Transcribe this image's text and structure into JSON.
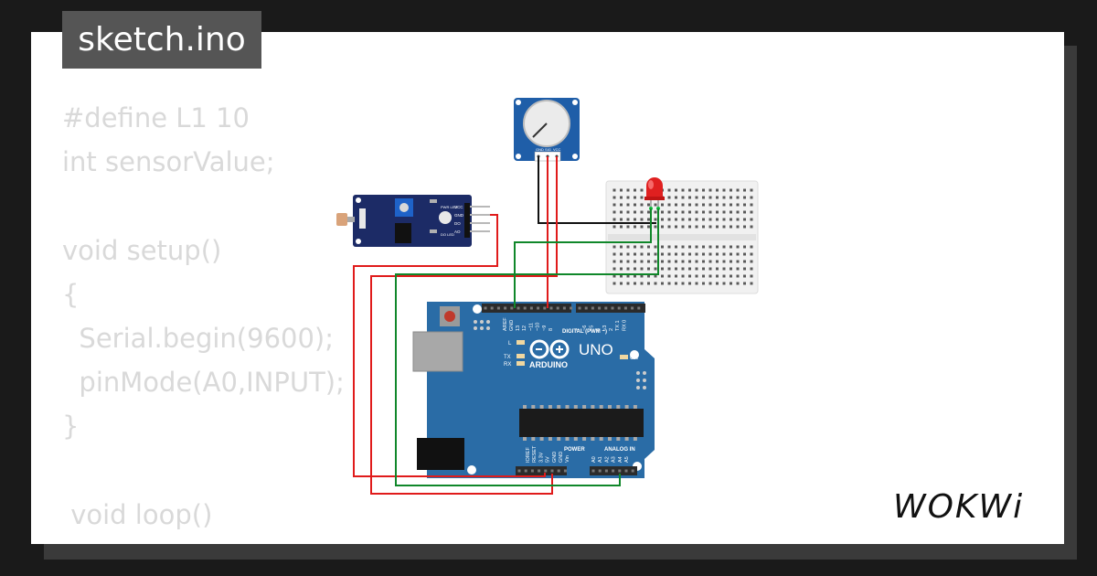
{
  "title": "sketch.ino",
  "code": [
    "#define L1 10",
    "int sensorValue;",
    "",
    "void setup()",
    "{",
    "  Serial.begin(9600);",
    "  pinMode(A0,INPUT);",
    "}",
    "",
    " void loop()",
    "  {"
  ],
  "brand": "WOKWi",
  "board": {
    "name": "UNO",
    "maker": "ARDUINO",
    "digital_label": "DIGITAL (PWM ~)",
    "power_label": "POWER",
    "analog_label": "ANALOG IN",
    "on_label": "ON",
    "l_label": "L",
    "tx_label": "TX",
    "rx_label": "RX",
    "aref_label": "AREF",
    "gnd_label": "GND",
    "top_pins": [
      "13",
      "12",
      "~11",
      "~10",
      "~9",
      "8"
    ],
    "top_pins2": [
      "7",
      "~6",
      "~5",
      "4",
      "~3",
      "2",
      "TX 1",
      "RX 0"
    ],
    "power_pins": [
      "IOREF",
      "RESET",
      "3.3V",
      "5V",
      "GND",
      "GND",
      "Vin"
    ],
    "analog_pins": [
      "A0",
      "A1",
      "A2",
      "A3",
      "A4",
      "A5"
    ]
  },
  "sensor_module": {
    "pins": [
      "VCC",
      "GND",
      "DO",
      "AO"
    ],
    "leds": [
      "PWR LED",
      "DO LED"
    ]
  },
  "potentiometer": {
    "pins": [
      "GND",
      "SIG",
      "VCC"
    ]
  },
  "colors": {
    "background": "#1a1a1a",
    "card": "#ffffff",
    "title_tab": "#555555",
    "code_text": "#d9d9d9",
    "board": "#2a6ca6",
    "wire_red": "#e01b1b",
    "wire_green": "#10872a",
    "wire_black": "#111111",
    "led": "#e02020"
  }
}
